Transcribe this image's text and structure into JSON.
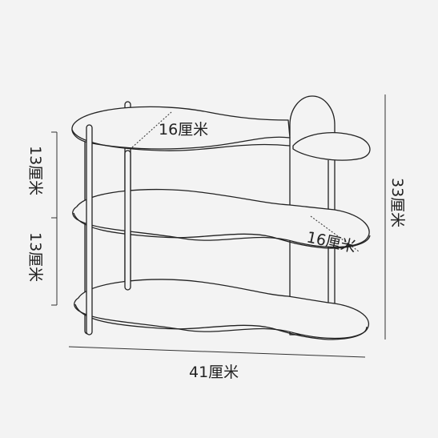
{
  "dimensions": {
    "shelf_spacing_top": "13厘米",
    "shelf_spacing_bottom": "13厘米",
    "total_height": "33厘米",
    "total_width": "41厘米",
    "shelf_depth_top": "16厘米",
    "shelf_depth_side": "16厘米"
  }
}
